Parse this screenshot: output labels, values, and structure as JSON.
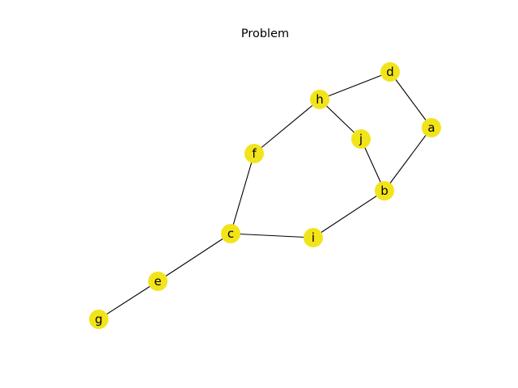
{
  "diagram": {
    "title": "Problem",
    "node_color": "#f2e41b",
    "edge_color": "#000000",
    "nodes": [
      {
        "id": "d",
        "label": "d"
      },
      {
        "id": "h",
        "label": "h"
      },
      {
        "id": "a",
        "label": "a"
      },
      {
        "id": "j",
        "label": "j"
      },
      {
        "id": "f",
        "label": "f"
      },
      {
        "id": "b",
        "label": "b"
      },
      {
        "id": "c",
        "label": "c"
      },
      {
        "id": "i",
        "label": "i"
      },
      {
        "id": "e",
        "label": "e"
      },
      {
        "id": "g",
        "label": "g"
      }
    ],
    "edges": [
      [
        "h",
        "d"
      ],
      [
        "d",
        "a"
      ],
      [
        "h",
        "j"
      ],
      [
        "h",
        "f"
      ],
      [
        "j",
        "b"
      ],
      [
        "a",
        "b"
      ],
      [
        "b",
        "i"
      ],
      [
        "f",
        "c"
      ],
      [
        "c",
        "i"
      ],
      [
        "c",
        "e"
      ],
      [
        "e",
        "g"
      ]
    ]
  }
}
